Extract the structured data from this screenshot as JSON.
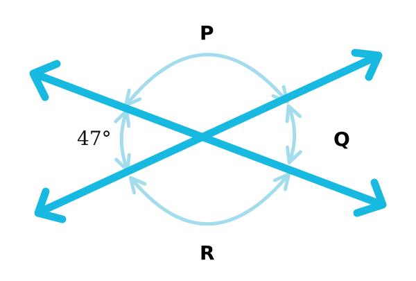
{
  "diagram": {
    "labels": {
      "top": "P",
      "right": "Q",
      "bottom": "R",
      "left_angle": "47°"
    },
    "colors": {
      "line": "#18b9e0",
      "arc": "#a3dded",
      "text": "#000000"
    }
  }
}
